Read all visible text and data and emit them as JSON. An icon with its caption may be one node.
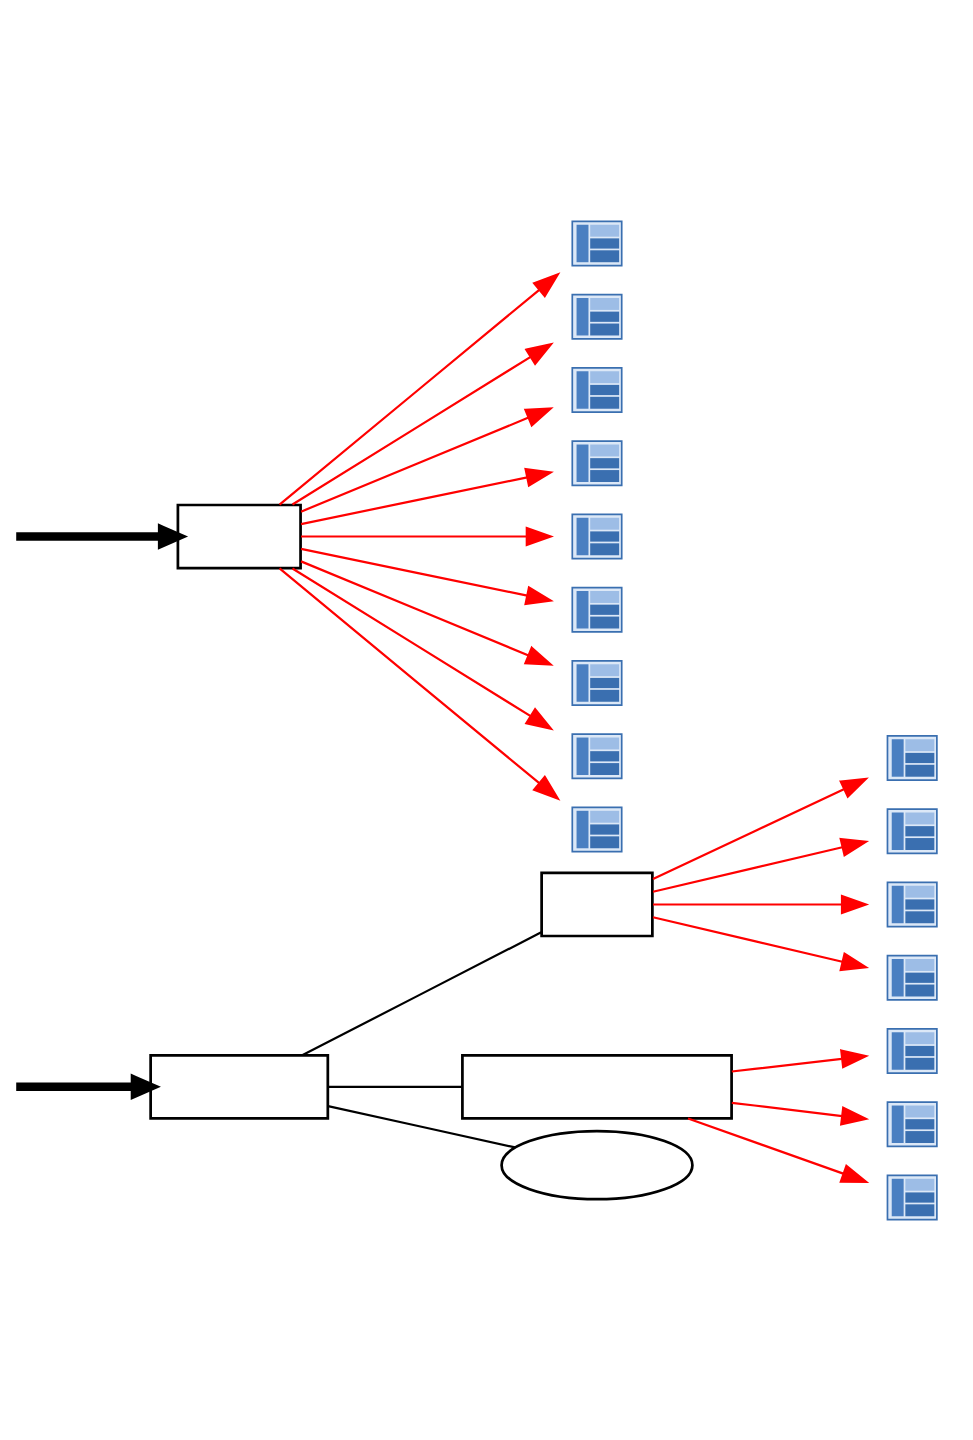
{
  "diagram": {
    "nodes": [
      {
        "text": [],
        "shape": "box"
      },
      {
        "text": [],
        "shape": "picture"
      },
      {
        "text": [],
        "shape": "picture"
      },
      {
        "text": [],
        "shape": "picture"
      },
      {
        "text": [],
        "shape": "picture"
      },
      {
        "text": [],
        "shape": "picture"
      },
      {
        "text": [],
        "shape": "picture"
      },
      {
        "text": [],
        "shape": "picture"
      },
      {
        "text": [],
        "shape": "picture"
      },
      {
        "text": [],
        "shape": "picture"
      },
      {
        "text": [],
        "shape": "box"
      },
      {
        "text": [],
        "shape": "box"
      },
      {
        "text": [],
        "shape": "box"
      },
      {
        "text": [],
        "shape": "ellipse"
      },
      {
        "text": [],
        "shape": "picture"
      },
      {
        "text": [],
        "shape": "picture"
      },
      {
        "text": [],
        "shape": "picture"
      },
      {
        "text": [],
        "shape": "picture"
      },
      {
        "text": [],
        "shape": "picture"
      },
      {
        "text": [],
        "shape": "picture"
      },
      {
        "text": [],
        "shape": "picture"
      }
    ],
    "edges": [
      {
        "from": null,
        "to": 0,
        "arrow": "to",
        "style": "thick",
        "color": "#000000"
      },
      {
        "from": 0,
        "to": 1,
        "arrow": "to"
      },
      {
        "from": 0,
        "to": 2,
        "arrow": "to"
      },
      {
        "from": 0,
        "to": 3,
        "arrow": "to"
      },
      {
        "from": 0,
        "to": 4,
        "arrow": "to"
      },
      {
        "from": 0,
        "to": 5,
        "arrow": "to"
      },
      {
        "from": 0,
        "to": 6,
        "arrow": "to"
      },
      {
        "from": 0,
        "to": 7,
        "arrow": "to"
      },
      {
        "from": 0,
        "to": 8,
        "arrow": "to"
      },
      {
        "from": 0,
        "to": 9,
        "arrow": "to"
      },
      {
        "from": null,
        "to": 10,
        "arrow": "to",
        "style": "thick",
        "color": "#000000"
      },
      {
        "from": 10,
        "to": 11,
        "arrow": "none",
        "color": "#000000"
      },
      {
        "from": 10,
        "to": 12,
        "arrow": "none",
        "color": "#000000"
      },
      {
        "from": 10,
        "to": 13,
        "arrow": "none",
        "color": "#000000"
      },
      {
        "from": 11,
        "to": 14,
        "arrow": "to"
      },
      {
        "from": 11,
        "to": 15,
        "arrow": "to"
      },
      {
        "from": 11,
        "to": 16,
        "arrow": "to"
      },
      {
        "from": 11,
        "to": 17,
        "arrow": "to"
      },
      {
        "from": 12,
        "to": 18,
        "arrow": "to"
      },
      {
        "from": 12,
        "to": 19,
        "arrow": "to"
      },
      {
        "from": 12,
        "to": 20,
        "arrow": "to"
      }
    ]
  }
}
